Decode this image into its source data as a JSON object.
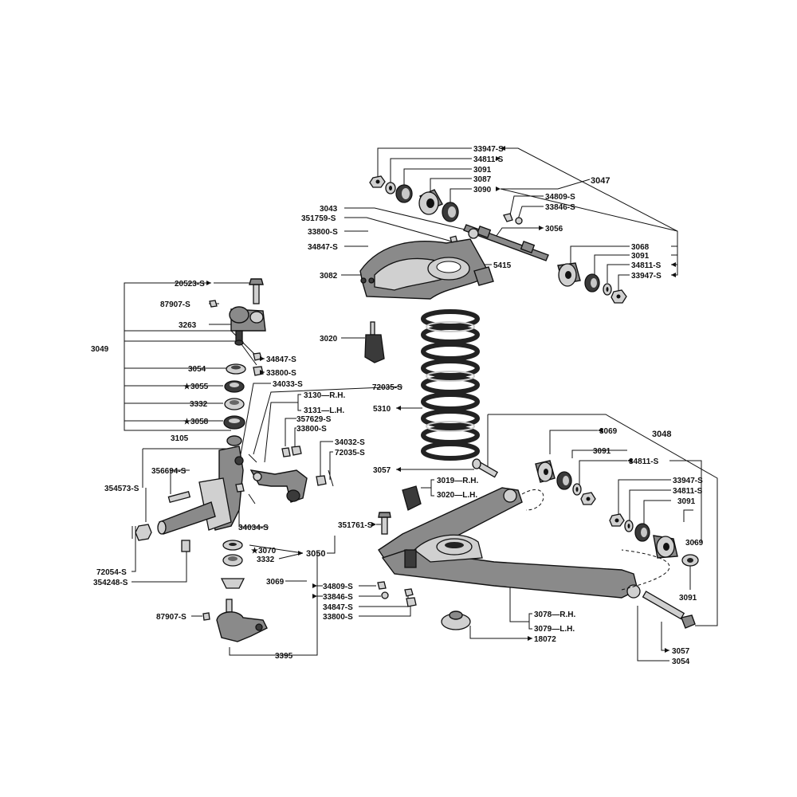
{
  "callouts": {
    "c33947s_top": "33947-S",
    "c34811s_top": "34811-S",
    "c3091_top": "3091",
    "c3087": "3087",
    "c3090": "3090",
    "c3047": "3047",
    "c3043": "3043",
    "c351759s": "351759-S",
    "c34809s_a": "34809-S",
    "c33846s_a": "33846-S",
    "c33800s_a": "33800-S",
    "c34847s_a": "34847-S",
    "c3056": "3056",
    "c3068": "3068",
    "c3091_r": "3091",
    "c34811s_r": "34811-S",
    "c33947s_r": "33947-S",
    "c5415": "5415",
    "c3082": "3082",
    "c20523s": "20523-S",
    "c87907s_a": "87907-S",
    "c3263": "3263",
    "c3049": "3049",
    "c34847s_b": "34847-S",
    "c33800s_b": "33800-S",
    "c3054_a": "3054",
    "c3055": "★3055",
    "c3332_a": "3332",
    "c3058": "★3058",
    "c3105": "3105",
    "c34033s": "34033-S",
    "c72035s_a": "72035-S",
    "c3130": "3130—R.H.",
    "c3131": "3131—L.H.",
    "c357629s": "357629-S",
    "c33800s_c": "33800-S",
    "c34032s": "34032-S",
    "c72035s_b": "72035-S",
    "c356694s": "356694-S",
    "c354573s": "354573-S",
    "c3020_a": "3020",
    "c5310": "5310",
    "c3057_a": "3057",
    "c3019": "3019—R.H.",
    "c3020_b": "3020—L.H.",
    "c3069_a": "3069",
    "c3048": "3048",
    "c3091_b": "3091",
    "c34811s_b": "34811-S",
    "c33947s_b": "33947-S",
    "c34811s_c": "34811-S",
    "c3091_c": "3091",
    "c3069_b": "3069",
    "c3091_d": "3091",
    "c34034s": "34034-S",
    "c351761s": "351761-S",
    "c3070": "★3070",
    "c3050": "3050",
    "c3332_b": "3332",
    "c3069_c": "3069",
    "c72054s": "72054-S",
    "c354248s": "354248-S",
    "c34809s_b": "34809-S",
    "c33846s_b": "33846-S",
    "c34847s_c": "34847-S",
    "c33800s_d": "33800-S",
    "c87907s_b": "87907-S",
    "c3078": "3078—R.H.",
    "c3079": "3079—L.H.",
    "c18072": "18072",
    "c3395": "3395",
    "c3057_b": "3057",
    "c3054_b": "3054"
  }
}
